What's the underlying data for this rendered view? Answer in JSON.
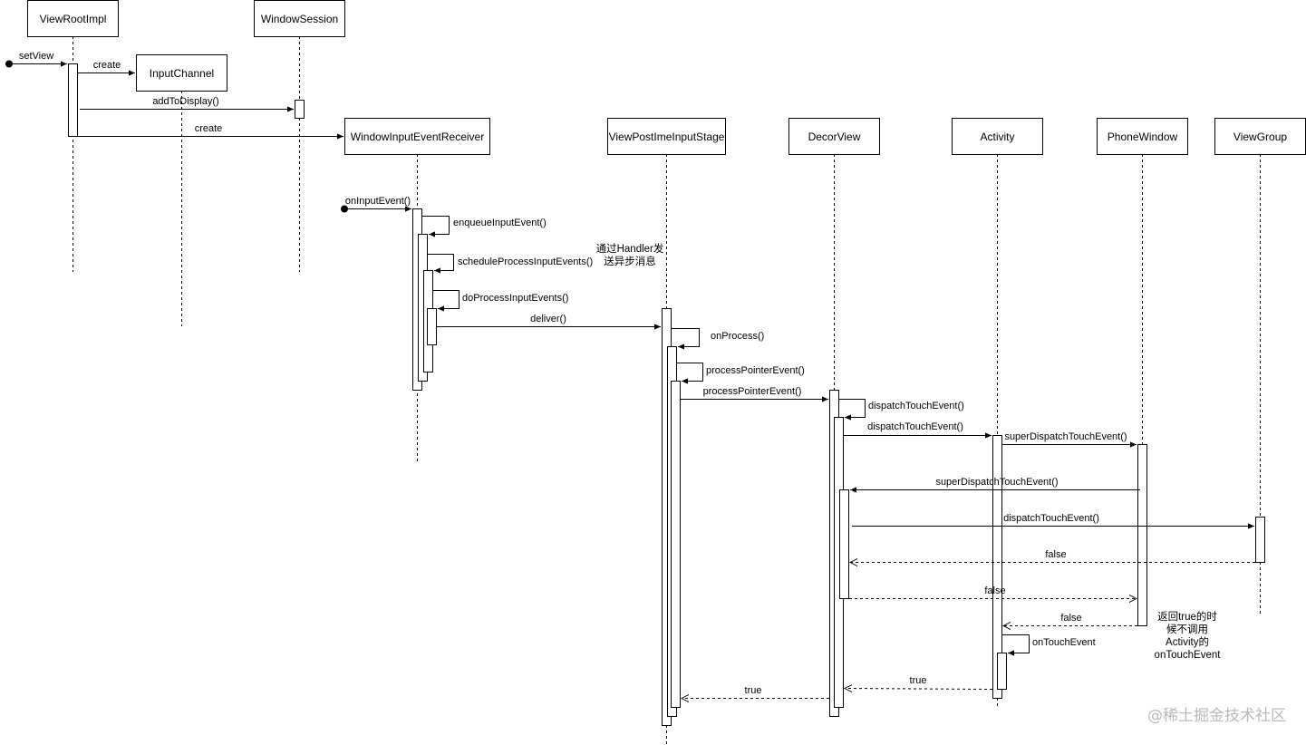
{
  "participants": {
    "view_root_impl": "ViewRootImpl",
    "window_session": "WindowSession",
    "input_channel": "InputChannel",
    "window_input_event_receiver": "WindowInputEventReceiver",
    "view_post_ime_input_stage": "ViewPostImeInputStage",
    "decor_view": "DecorView",
    "activity": "Activity",
    "phone_window": "PhoneWindow",
    "view_group": "ViewGroup"
  },
  "messages": {
    "set_view": "setView",
    "create_input_channel": "create",
    "add_to_display": "addToDisplay()",
    "create_receiver": "create",
    "on_input_event": "onInputEvent()",
    "enqueue_input_event": "enqueueInputEvent()",
    "schedule_process_input_events": "scheduleProcessInputEvents()",
    "do_process_input_events": "doProcessInputEvents()",
    "deliver": "deliver()",
    "on_process": "onProcess()",
    "process_pointer_event_self": "processPointerEvent()",
    "process_pointer_event_call": "processPointerEvent()",
    "dispatch_touch_event_self": "dispatchTouchEvent()",
    "dispatch_touch_event_activity": "dispatchTouchEvent()",
    "super_dispatch_touch_event_window": "superDispatchTouchEvent()",
    "super_dispatch_touch_event_decor": "superDispatchTouchEvent()",
    "dispatch_touch_event_view_group": "dispatchTouchEvent()",
    "return_false_view_group": "false",
    "return_false_decor": "false",
    "return_false_window": "false",
    "on_touch_event": "onTouchEvent",
    "return_true_activity": "true",
    "return_true_decor": "true"
  },
  "notes": {
    "handler_async": [
      "通过Handler发",
      "送异步消息"
    ],
    "return_true": [
      "返回true的时",
      "候不调用",
      "Activity的",
      "onTouchEvent"
    ]
  },
  "watermark": "@稀土掘金技术社区"
}
